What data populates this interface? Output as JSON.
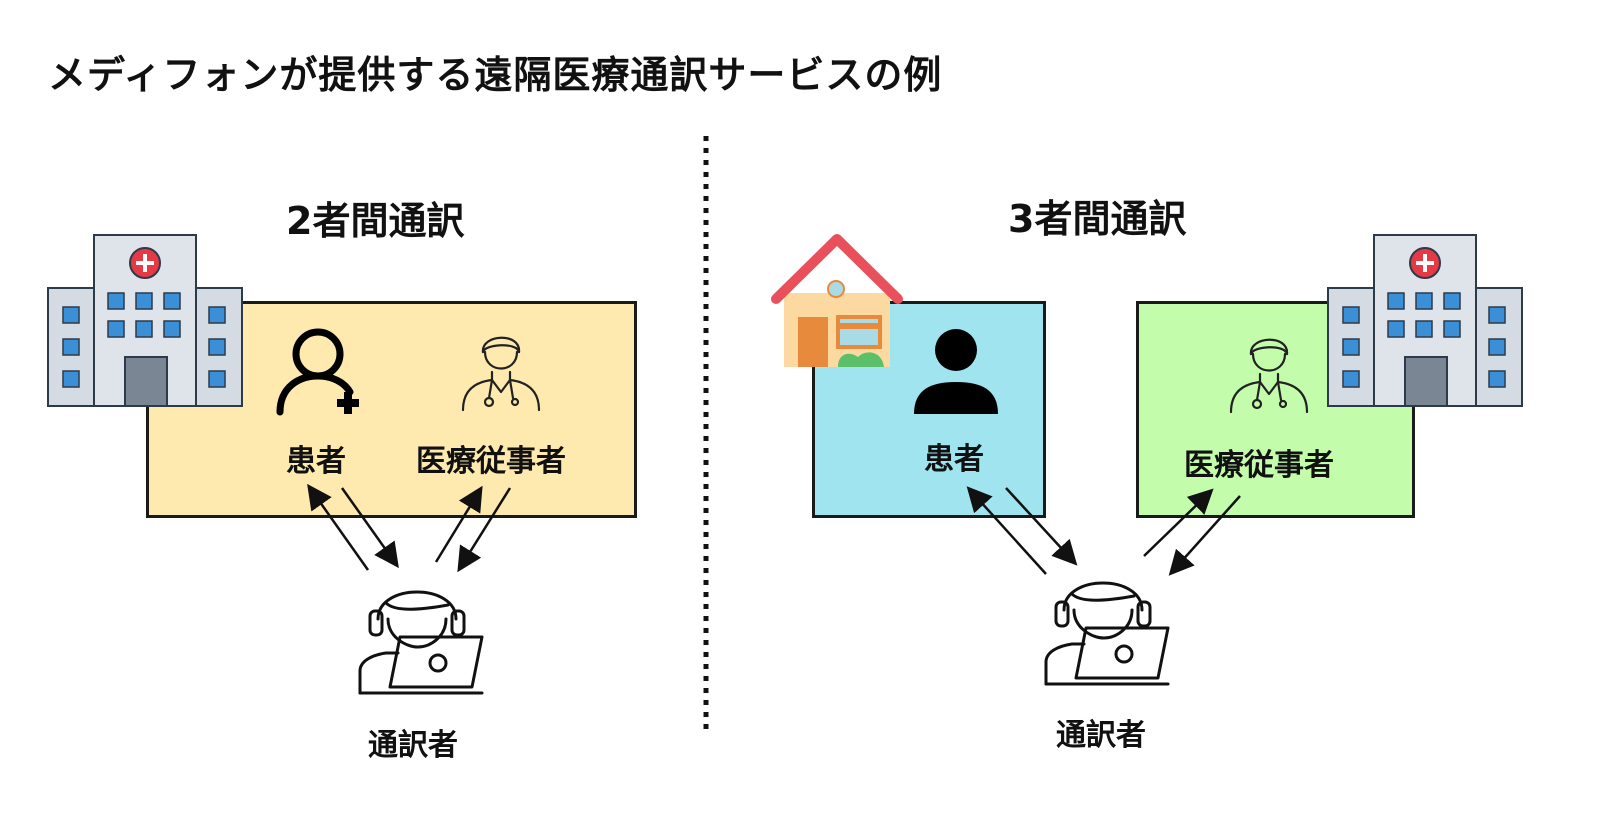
{
  "title": "メディフォンが提供する遠隔医療通訳サービスの例",
  "left": {
    "heading": "2者間通訳",
    "patient_label": "患者",
    "staff_label": "医療従事者",
    "interpreter_label": "通訳者"
  },
  "right": {
    "heading": "3者間通訳",
    "patient_label": "患者",
    "staff_label": "医療従事者",
    "interpreter_label": "通訳者"
  },
  "colors": {
    "left_box": "#feeaae",
    "patient_box": "#a0e4ef",
    "staff_box": "#c3fdab",
    "cross_red": "#e63946",
    "window_blue": "#3a8fd6",
    "building": "#d5dbe3",
    "roof_red": "#e8505b",
    "house_wall": "#fcd9a0",
    "door_orange": "#e88a3c"
  }
}
